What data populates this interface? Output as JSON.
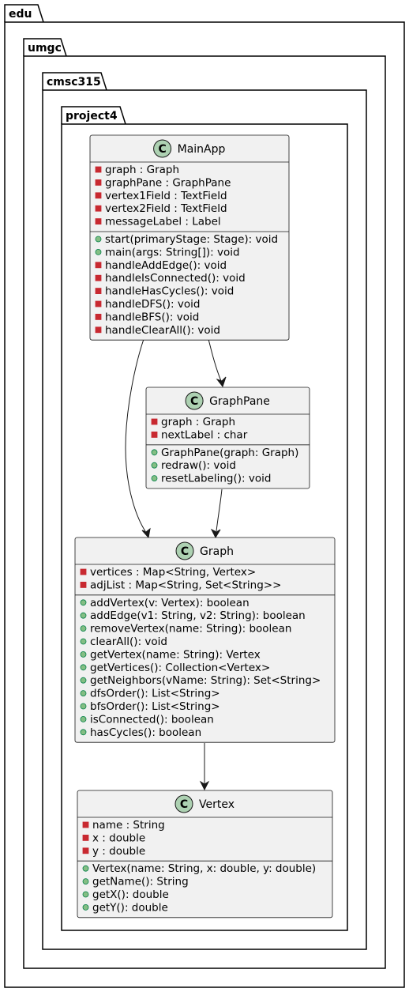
{
  "packages": [
    "edu",
    "umgc",
    "cmsc315",
    "project4"
  ],
  "stereotype_letter": "C",
  "classes": {
    "mainapp": {
      "name": "MainApp",
      "fields": [
        {
          "vis": "private",
          "text": "graph : Graph"
        },
        {
          "vis": "private",
          "text": "graphPane : GraphPane"
        },
        {
          "vis": "private",
          "text": "vertex1Field : TextField"
        },
        {
          "vis": "private",
          "text": "vertex2Field : TextField"
        },
        {
          "vis": "private",
          "text": "messageLabel : Label"
        }
      ],
      "methods": [
        {
          "vis": "public",
          "text": "start(primaryStage: Stage): void"
        },
        {
          "vis": "public",
          "text": "main(args: String[]): void"
        },
        {
          "vis": "private",
          "text": "handleAddEdge(): void"
        },
        {
          "vis": "private",
          "text": "handleIsConnected(): void"
        },
        {
          "vis": "private",
          "text": "handleHasCycles(): void"
        },
        {
          "vis": "private",
          "text": "handleDFS(): void"
        },
        {
          "vis": "private",
          "text": "handleBFS(): void"
        },
        {
          "vis": "private",
          "text": "handleClearAll(): void"
        }
      ]
    },
    "graphpane": {
      "name": "GraphPane",
      "fields": [
        {
          "vis": "private",
          "text": "graph : Graph"
        },
        {
          "vis": "private",
          "text": "nextLabel : char"
        }
      ],
      "methods": [
        {
          "vis": "public",
          "text": "GraphPane(graph: Graph)"
        },
        {
          "vis": "public",
          "text": "redraw(): void"
        },
        {
          "vis": "public",
          "text": "resetLabeling(): void"
        }
      ]
    },
    "graph": {
      "name": "Graph",
      "fields": [
        {
          "vis": "private",
          "text": "vertices : Map<String, Vertex>"
        },
        {
          "vis": "private",
          "text": "adjList : Map<String, Set<String>>"
        }
      ],
      "methods": [
        {
          "vis": "public",
          "text": "addVertex(v: Vertex): boolean"
        },
        {
          "vis": "public",
          "text": "addEdge(v1: String, v2: String): boolean"
        },
        {
          "vis": "public",
          "text": "removeVertex(name: String): boolean"
        },
        {
          "vis": "public",
          "text": "clearAll(): void"
        },
        {
          "vis": "public",
          "text": "getVertex(name: String): Vertex"
        },
        {
          "vis": "public",
          "text": "getVertices(): Collection<Vertex>"
        },
        {
          "vis": "public",
          "text": "getNeighbors(vName: String): Set<String>"
        },
        {
          "vis": "public",
          "text": "dfsOrder(): List<String>"
        },
        {
          "vis": "public",
          "text": "bfsOrder(): List<String>"
        },
        {
          "vis": "public",
          "text": "isConnected(): boolean"
        },
        {
          "vis": "public",
          "text": "hasCycles(): boolean"
        }
      ]
    },
    "vertex": {
      "name": "Vertex",
      "fields": [
        {
          "vis": "private",
          "text": "name : String"
        },
        {
          "vis": "private",
          "text": "x : double"
        },
        {
          "vis": "private",
          "text": "y : double"
        }
      ],
      "methods": [
        {
          "vis": "public",
          "text": "Vertex(name: String, x: double, y: double)"
        },
        {
          "vis": "public",
          "text": "getName(): String"
        },
        {
          "vis": "public",
          "text": "getX(): double"
        },
        {
          "vis": "public",
          "text": "getY(): double"
        }
      ]
    }
  },
  "relations": [
    {
      "from": "MainApp",
      "to": "GraphPane"
    },
    {
      "from": "MainApp",
      "to": "Graph"
    },
    {
      "from": "GraphPane",
      "to": "Graph"
    },
    {
      "from": "Graph",
      "to": "Vertex"
    }
  ]
}
